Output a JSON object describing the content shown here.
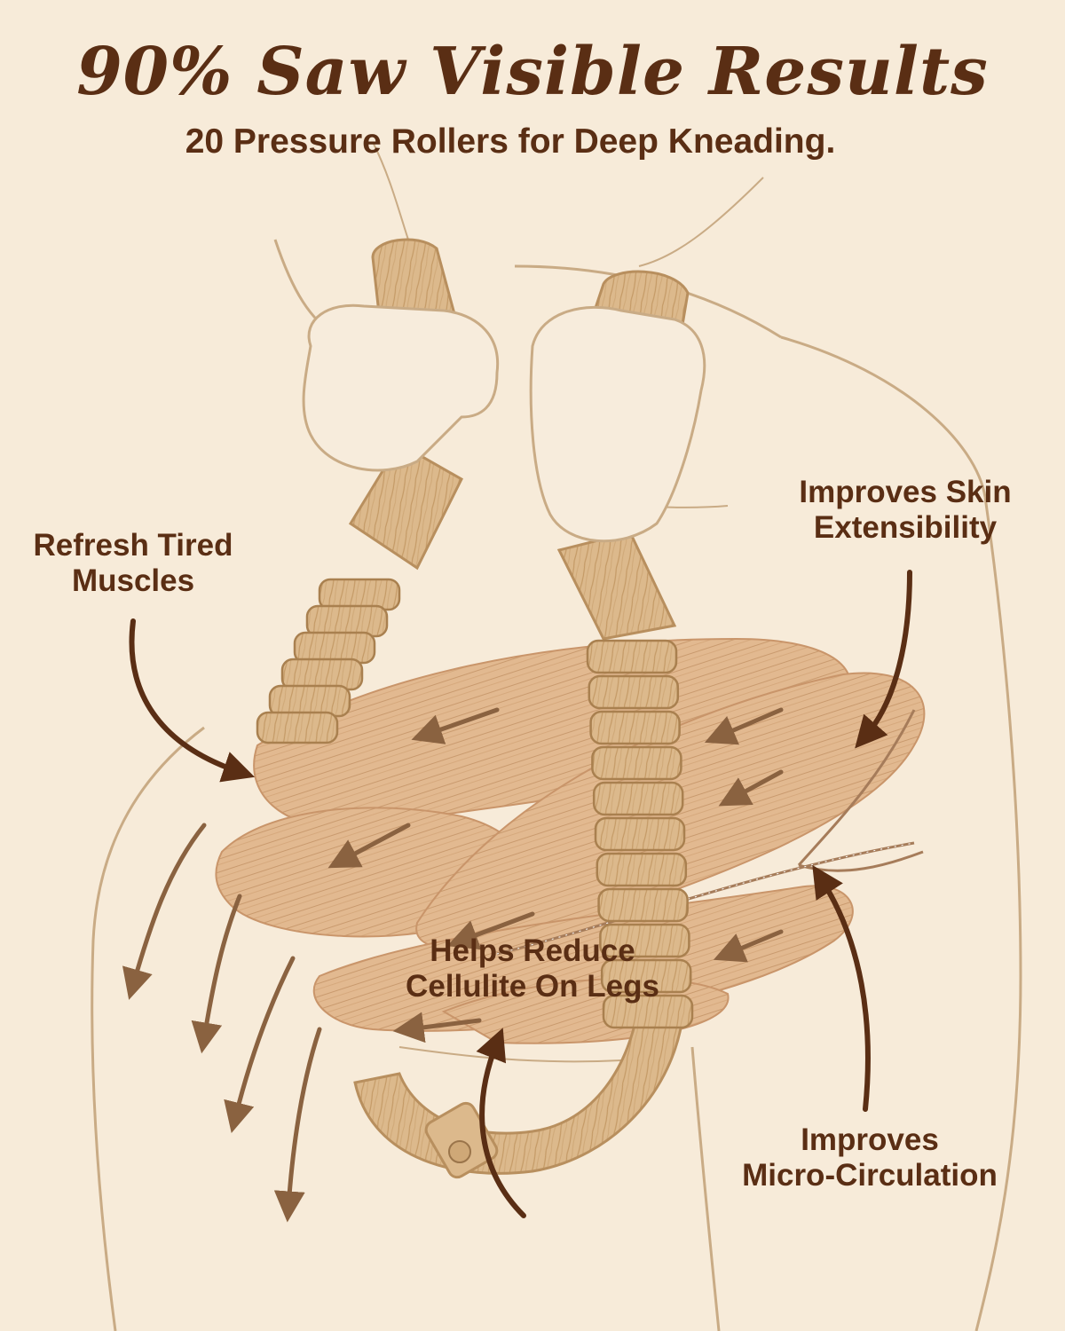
{
  "header": {
    "headline": "90% Saw Visible Results",
    "subhead": "20 Pressure Rollers for Deep Kneading."
  },
  "callouts": [
    {
      "line1": "Refresh Tired",
      "line2": "Muscles"
    },
    {
      "line1": "Improves Skin",
      "line2": "Extensibility"
    },
    {
      "line1": "Improves",
      "line2": "Micro-Circulation"
    },
    {
      "line1": "Helps Reduce",
      "line2": "Cellulite On Legs"
    }
  ],
  "colors": {
    "background": "#f7ebd9",
    "text": "#5a2e14",
    "wood": "#dcb98c",
    "muscle": "#e2b990",
    "outline": "#c9ab85",
    "arrow_dark": "#5a2e14",
    "arrow_light": "#8a6240"
  }
}
